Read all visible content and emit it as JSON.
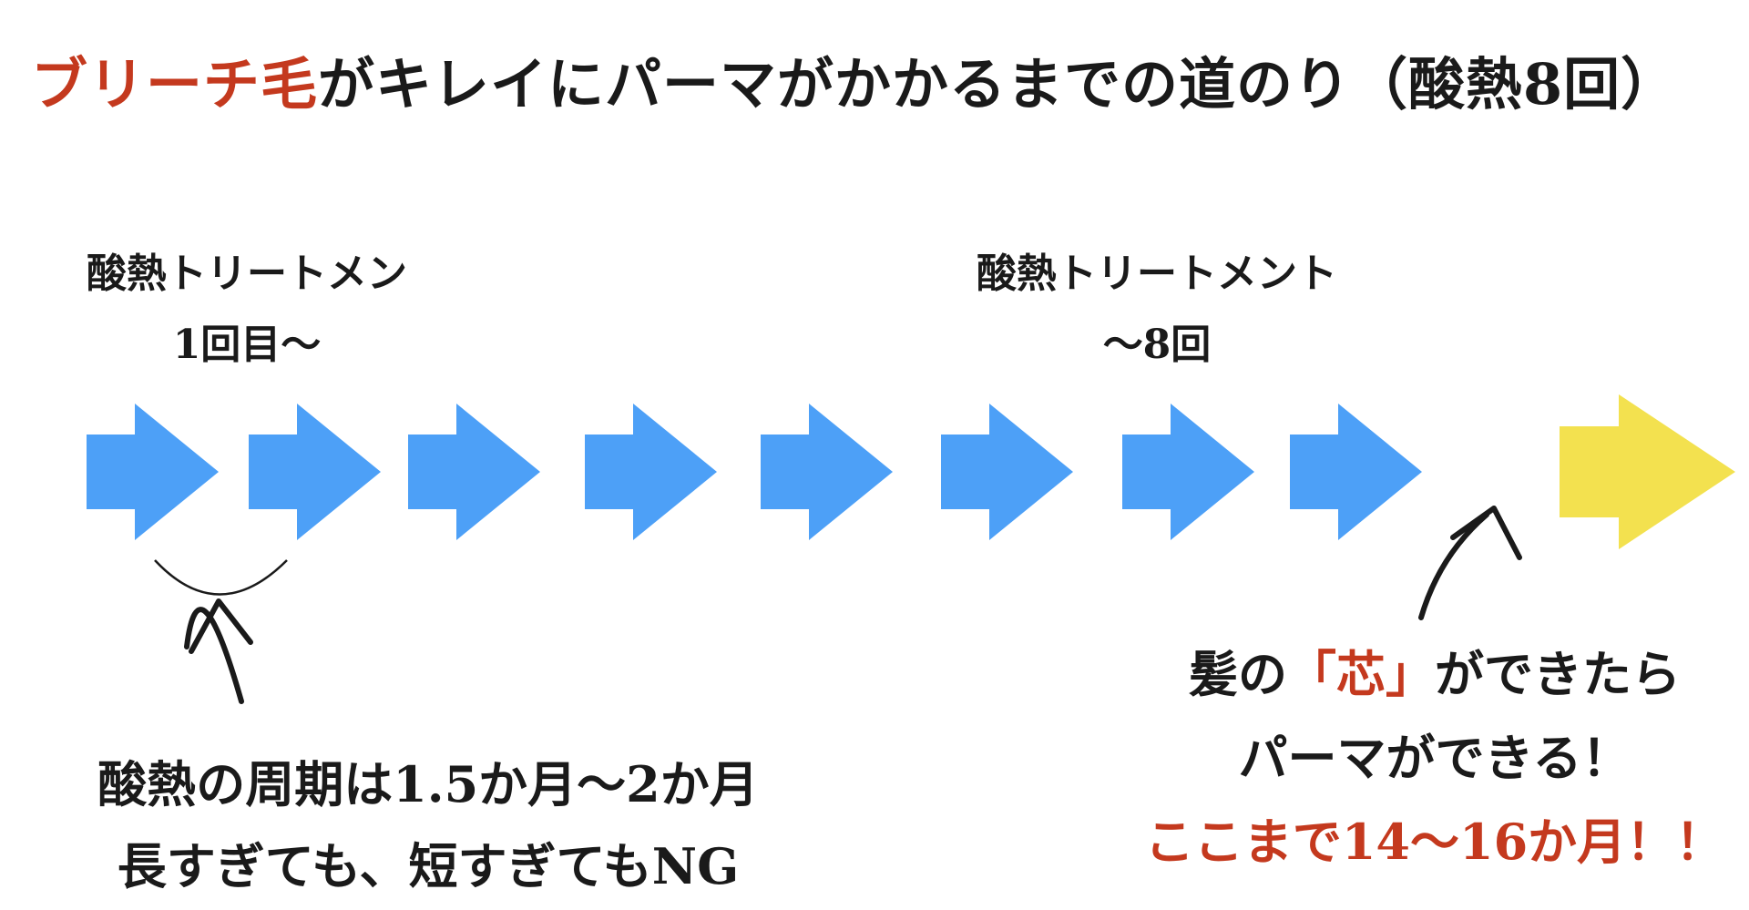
{
  "title": {
    "highlight": "ブリーチ毛",
    "rest": "がキレイにパーマがかかるまでの道のり（酸熱8回）"
  },
  "steps": {
    "first_label_line1": "酸熱トリートメン",
    "first_label_line2": "1回目〜",
    "last_label_line1": "酸熱トリートメント",
    "last_label_line2": "〜8回",
    "treatment_count": 8
  },
  "left_note": {
    "line1": "酸熱の周期は1.5か月〜2か月",
    "line2": "長すぎても、短すぎてもNG"
  },
  "right_note": {
    "line1_prefix": "髪の",
    "line1_highlight": "「芯」",
    "line1_suffix": "ができたら",
    "line2": "パーマができる！",
    "line3": "ここまで14〜16か月！！"
  },
  "colors": {
    "arrow_blue": "#4da0f7",
    "arrow_yellow": "#f3e14f",
    "accent_red": "#c4391e",
    "text": "#1a1a1a"
  }
}
